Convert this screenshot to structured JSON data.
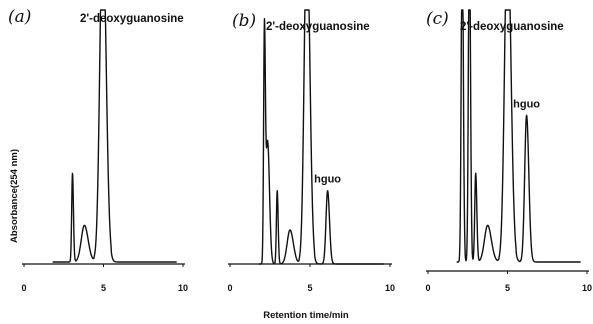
{
  "chart_data": {
    "type": "line",
    "xlabel": "Retention time/min",
    "ylabel": "Absorbance(254 nm)",
    "xticks": [
      "0",
      "5",
      "10"
    ],
    "xlim": [
      0,
      10
    ],
    "ylim": [
      0,
      1
    ],
    "grid": false,
    "panels": [
      {
        "label": "(a)",
        "title": "2'-deoxyguanosine",
        "peaks": [
          {
            "x": 3.05,
            "height": 0.34,
            "width": 0.05
          },
          {
            "x": 3.8,
            "height": 0.14,
            "width": 0.2
          },
          {
            "x": 4.95,
            "height": 1.0,
            "width": 0.18,
            "clipped": true
          }
        ],
        "annotations": []
      },
      {
        "label": "(b)",
        "title": "2'-deoxyguanosine",
        "peaks": [
          {
            "x": 2.15,
            "height": 0.87,
            "width": 0.05
          },
          {
            "x": 2.35,
            "height": 0.47,
            "width": 0.1
          },
          {
            "x": 2.95,
            "height": 0.28,
            "width": 0.05
          },
          {
            "x": 3.75,
            "height": 0.13,
            "width": 0.18
          },
          {
            "x": 4.8,
            "height": 1.0,
            "width": 0.16,
            "clipped": true
          },
          {
            "x": 6.1,
            "height": 0.28,
            "width": 0.1
          }
        ],
        "annotations": [
          {
            "text": "hguo",
            "x": 6.1
          }
        ]
      },
      {
        "label": "(c)",
        "title": "2'-deoxyguanosine",
        "peaks": [
          {
            "x": 2.15,
            "height": 1.0,
            "width": 0.06,
            "clipped": true
          },
          {
            "x": 2.6,
            "height": 1.0,
            "width": 0.06,
            "clipped": true
          },
          {
            "x": 3.0,
            "height": 0.34,
            "width": 0.06
          },
          {
            "x": 3.75,
            "height": 0.14,
            "width": 0.2
          },
          {
            "x": 5.0,
            "height": 1.0,
            "width": 0.18,
            "clipped": true
          },
          {
            "x": 6.2,
            "height": 0.56,
            "width": 0.12
          }
        ],
        "annotations": [
          {
            "text": "hguo",
            "x": 6.2
          }
        ]
      }
    ]
  }
}
